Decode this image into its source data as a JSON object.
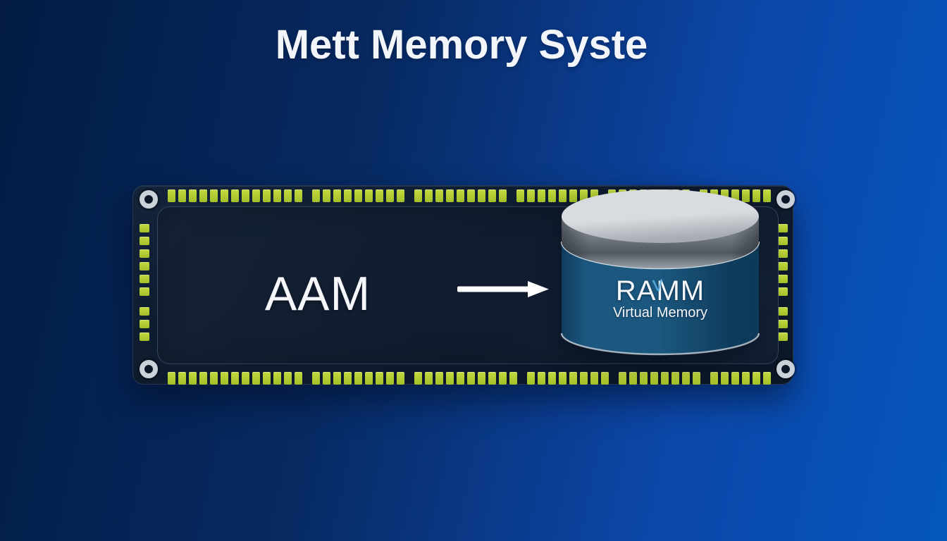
{
  "title": "Mett Memory Syste",
  "colors": {
    "bg_a": "#031b42",
    "bg_b": "#072a63",
    "bg_c": "#0c47a9",
    "bg_d": "#0456bd",
    "title_color": "#f2f5f9",
    "board_color": "#0e1b2d",
    "board_edge": "#26374f",
    "pad_green": "#c3da3f",
    "pad_green_dark": "#a3bf29",
    "screw_ring": "#cbd1d9",
    "metal_top_light": "#d8dbdf",
    "metal_top_dark": "#a7acb3",
    "metal_rim_light": "#b4bac1",
    "metal_rim_dark": "#51575f",
    "cyl_left": "#0f3c5d",
    "cyl_mid": "#1b577e",
    "cyl_right": "#0e3a58",
    "text_white": "#f5f7fa",
    "artifact_blue": "#57b0e3"
  },
  "board": {
    "label": "AAM",
    "pads": {
      "top_groups": [
        13,
        9,
        9,
        8,
        8,
        7
      ],
      "bottom_groups": [
        13,
        9,
        10,
        8,
        8,
        6
      ],
      "left_groups": [
        6,
        3
      ],
      "right_groups": [
        6,
        3
      ]
    }
  },
  "arrow": {
    "direction": "right"
  },
  "cylinder": {
    "label": "RAMM",
    "artifact": "v",
    "sublabel": "Virtual Memory"
  }
}
